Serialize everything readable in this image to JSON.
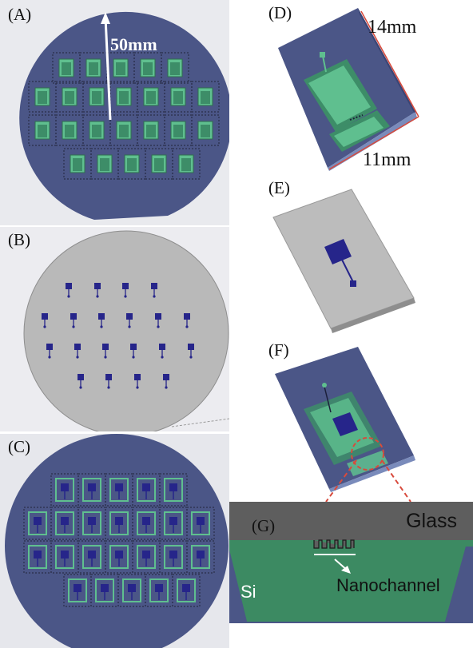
{
  "panels": {
    "A": {
      "label": "(A)",
      "dimension": "50mm"
    },
    "B": {
      "label": "(B)"
    },
    "C": {
      "label": "(C)"
    },
    "D": {
      "label": "(D)",
      "dim_top": "14mm",
      "dim_bottom": "11mm"
    },
    "E": {
      "label": "(E)"
    },
    "F": {
      "label": "(F)"
    },
    "G": {
      "label": "(G)",
      "glass": "Glass",
      "si": "Si",
      "nanochannel": "Nanochannel"
    }
  },
  "colors": {
    "wafer_dark": "#4b5687",
    "wafer_gray": "#b9b9b9",
    "chip_green": "#5fbf8f",
    "pad_blue": "#26258a",
    "glass_gray": "#5e5e5e",
    "si_green": "#3c8a62",
    "callout_red": "#d84a3c"
  }
}
